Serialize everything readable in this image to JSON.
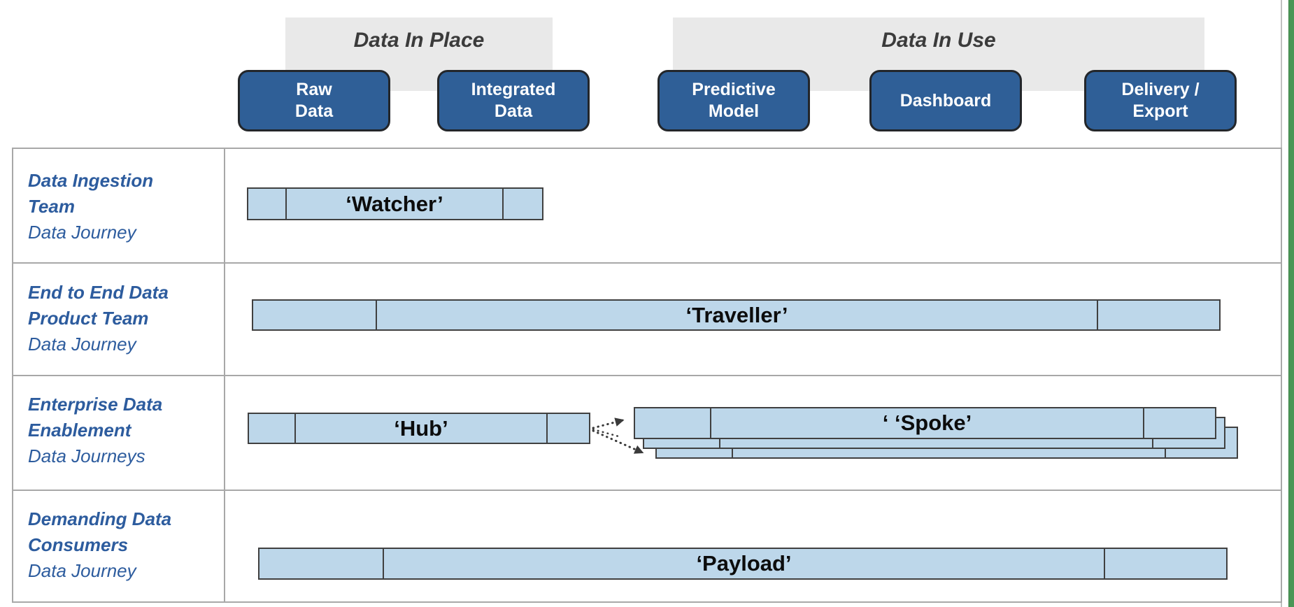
{
  "phases": [
    {
      "label": "Data In Place"
    },
    {
      "label": "Data In Use"
    }
  ],
  "stages": [
    {
      "line1": "Raw",
      "line2": "Data"
    },
    {
      "line1": "Integrated",
      "line2": "Data"
    },
    {
      "line1": "Predictive",
      "line2": "Model"
    },
    {
      "line1": "Dashboard",
      "line2": ""
    },
    {
      "line1": "Delivery /",
      "line2": "Export"
    }
  ],
  "lanes": [
    {
      "team_line1": "Data Ingestion",
      "team_line2": "Team",
      "journey_type": "Data Journey",
      "bar_label": "‘Watcher’"
    },
    {
      "team_line1": "End to End Data",
      "team_line2": "Product Team",
      "journey_type": "Data Journey",
      "bar_label": "‘Traveller’"
    },
    {
      "team_line1": "Enterprise Data",
      "team_line2": "Enablement",
      "journey_type": "Data Journeys",
      "bar_label": "‘Hub’",
      "bar2_label": "‘ ‘Spoke’"
    },
    {
      "team_line1": "Demanding Data",
      "team_line2": "Consumers",
      "journey_type": "Data Journey",
      "bar_label": "‘Payload’"
    }
  ],
  "colors": {
    "stage_pill_blue": "#2f5f97",
    "bar_fill_light_blue": "#bdd7ea",
    "bar_border": "#404040",
    "label_blue": "#2d5c9e",
    "phase_band_gray": "#e9e9e9",
    "table_border_gray": "#a8a8a8",
    "edge_strip_green": "#4a9655"
  }
}
